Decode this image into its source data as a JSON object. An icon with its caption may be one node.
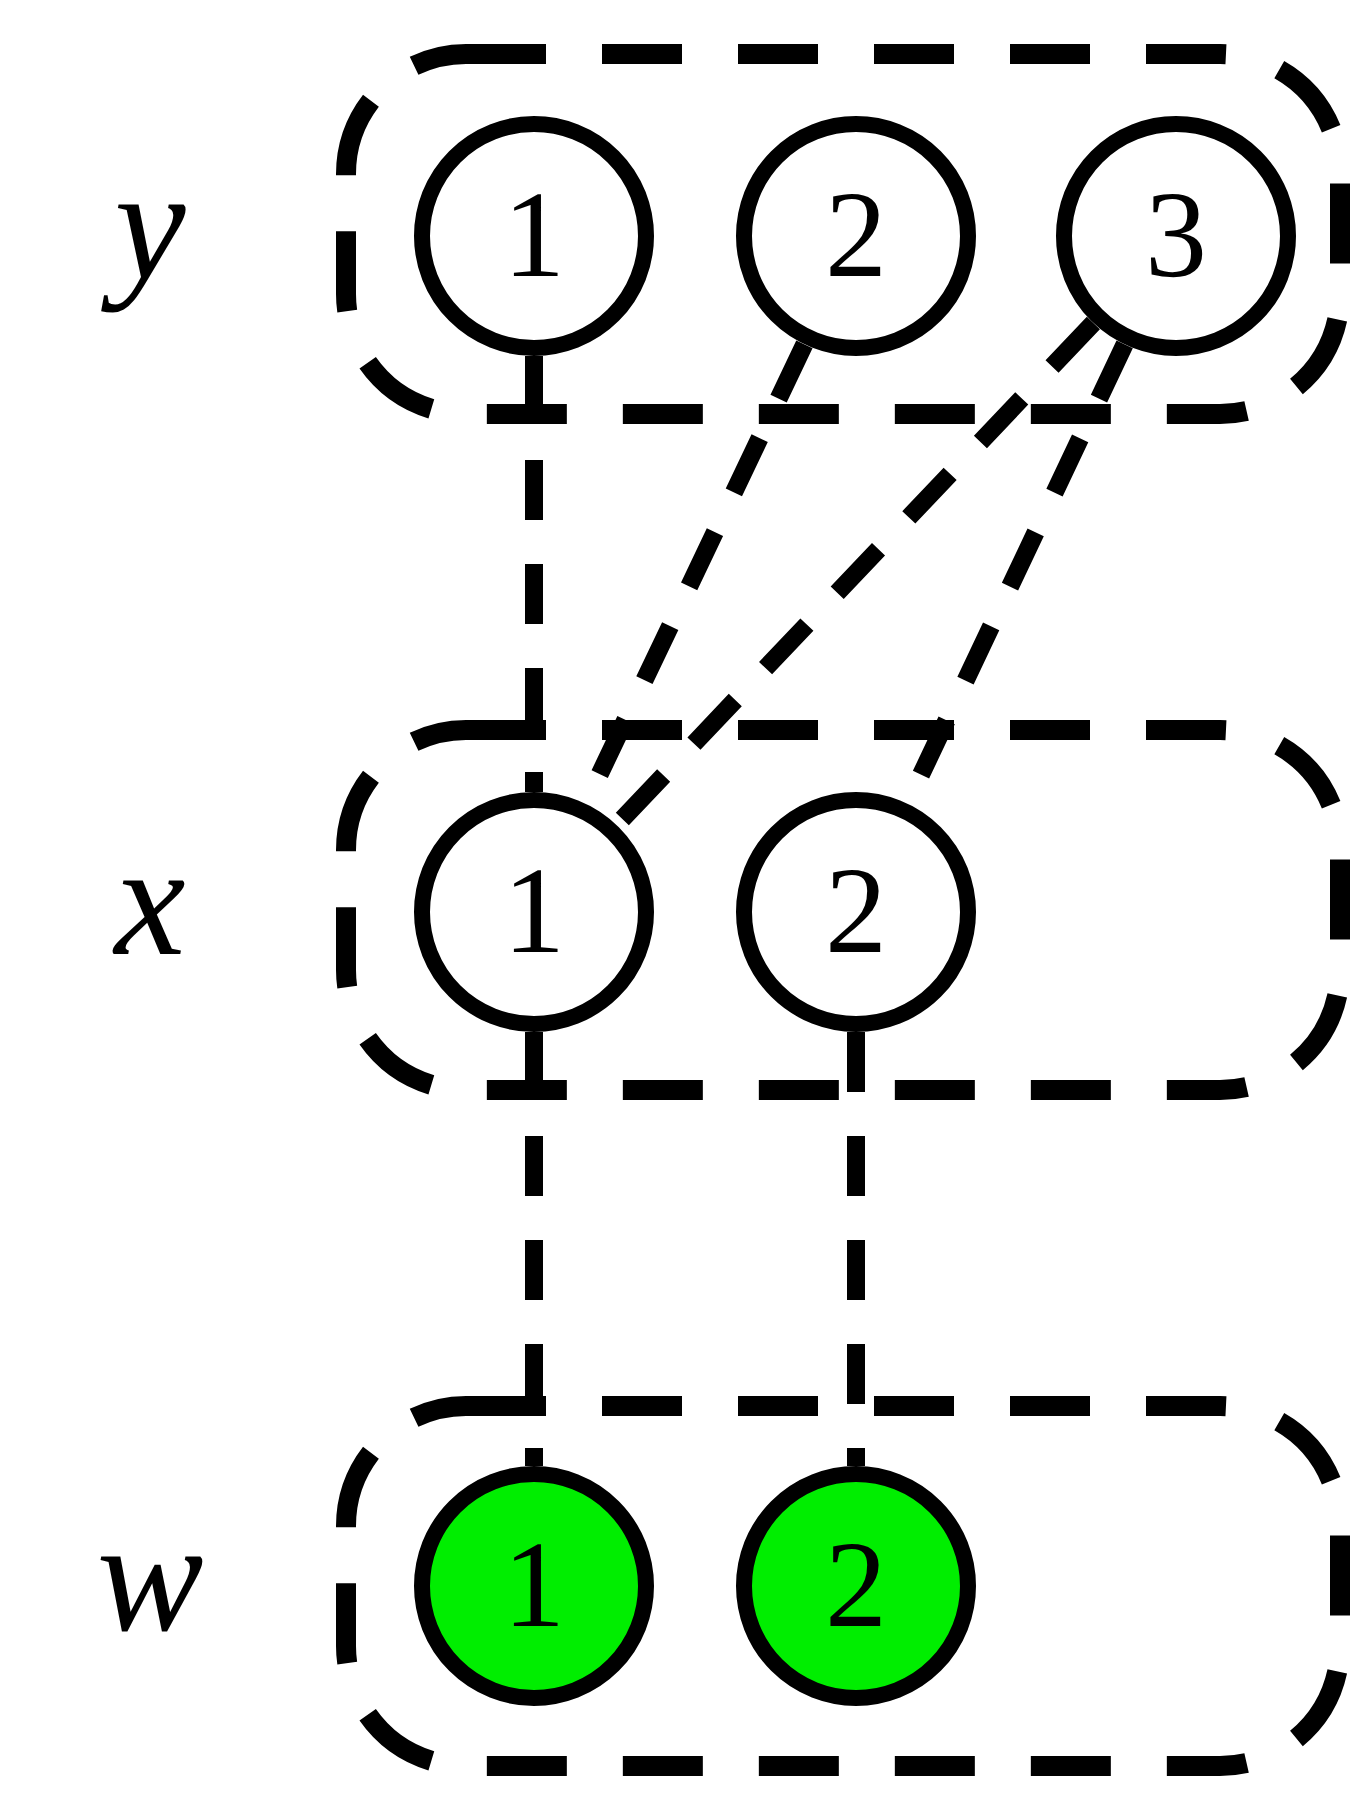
{
  "diagram": {
    "nodes": [
      {
        "text": [
          "y"
        ]
      },
      {
        "text": [
          "1"
        ],
        "in": 0
      },
      {
        "text": [
          "2"
        ],
        "in": 0
      },
      {
        "text": [
          "3"
        ],
        "in": 0
      },
      {
        "text": [
          "x"
        ]
      },
      {
        "text": [
          "1"
        ],
        "in": 4
      },
      {
        "text": [
          "2"
        ],
        "in": 4
      },
      {
        "text": [
          "w"
        ]
      },
      {
        "text": [
          "1"
        ],
        "in": 7
      },
      {
        "text": [
          "2"
        ],
        "in": 7
      }
    ],
    "edges": [
      {
        "from": 1,
        "to": 5,
        "arrow": "none",
        "style": "dashed"
      },
      {
        "from": 2,
        "to": 5,
        "arrow": "none",
        "style": "dashed"
      },
      {
        "from": 3,
        "to": 5,
        "arrow": "none",
        "style": "dashed"
      },
      {
        "from": 3,
        "to": 6,
        "arrow": "none",
        "style": "dashed"
      },
      {
        "from": 5,
        "to": 8,
        "arrow": "none",
        "style": "dashed"
      },
      {
        "from": 6,
        "to": 9,
        "arrow": "none",
        "style": "dashed"
      }
    ]
  }
}
